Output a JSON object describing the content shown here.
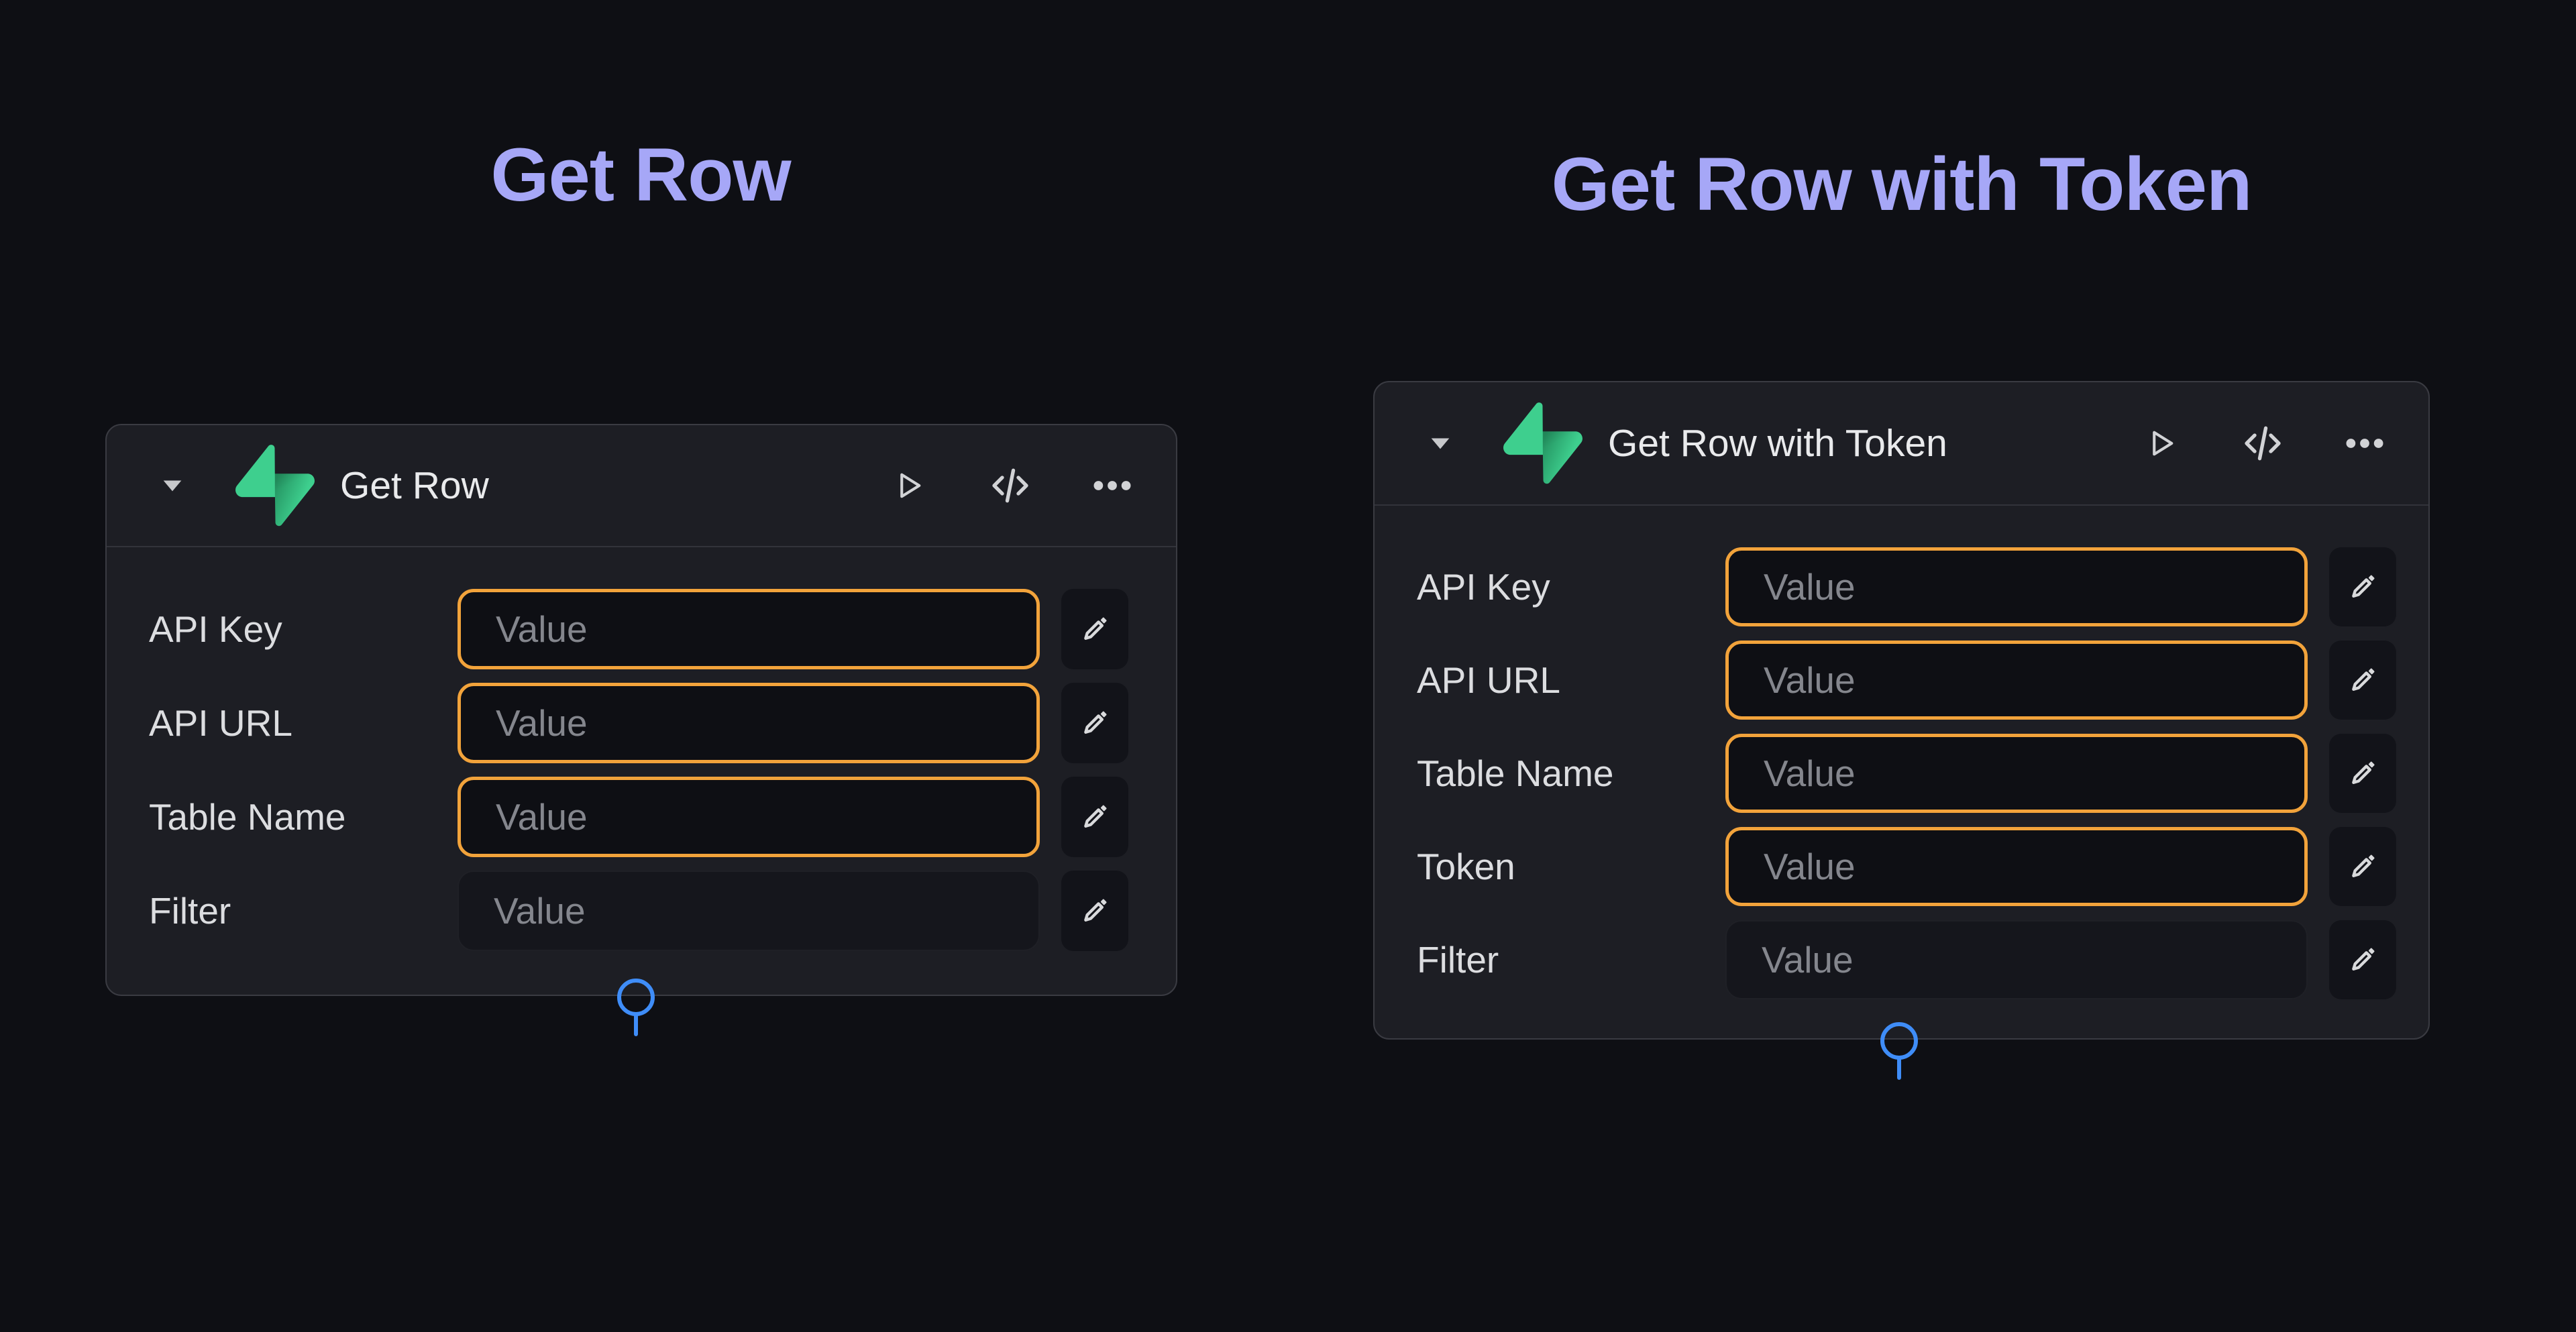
{
  "colors": {
    "page_background": "#0e0f14",
    "card_background": "#1d1e24",
    "card_border": "#3a3b42",
    "heading_text": "#a6a7f7",
    "header_title_text": "#e9eaec",
    "field_label_text": "#dcdde0",
    "placeholder_text": "#84868d",
    "input_highlight_border": "#f2a33b",
    "connector_blue": "#3f8df8",
    "logo_green": "#3ecf8e",
    "icon_gray": "#d2d3d6"
  },
  "sections": [
    {
      "heading": "Get Row",
      "card": {
        "title": "Get Row",
        "header_icons": [
          "collapse-chevron-icon",
          "supabase-logo",
          "play-icon",
          "code-icon",
          "ellipsis-icon"
        ],
        "fields": [
          {
            "label": "API Key",
            "placeholder": "Value",
            "highlighted": true
          },
          {
            "label": "API URL",
            "placeholder": "Value",
            "highlighted": true
          },
          {
            "label": "Table Name",
            "placeholder": "Value",
            "highlighted": true
          },
          {
            "label": "Filter",
            "placeholder": "Value",
            "highlighted": false
          }
        ],
        "edit_icon": "pencil-icon",
        "output_port": "connector-port"
      }
    },
    {
      "heading": "Get Row with Token",
      "card": {
        "title": "Get Row with Token",
        "header_icons": [
          "collapse-chevron-icon",
          "supabase-logo",
          "play-icon",
          "code-icon",
          "ellipsis-icon"
        ],
        "fields": [
          {
            "label": "API Key",
            "placeholder": "Value",
            "highlighted": true
          },
          {
            "label": "API URL",
            "placeholder": "Value",
            "highlighted": true
          },
          {
            "label": "Table Name",
            "placeholder": "Value",
            "highlighted": true
          },
          {
            "label": "Token",
            "placeholder": "Value",
            "highlighted": true
          },
          {
            "label": "Filter",
            "placeholder": "Value",
            "highlighted": false
          }
        ],
        "edit_icon": "pencil-icon",
        "output_port": "connector-port"
      }
    }
  ]
}
